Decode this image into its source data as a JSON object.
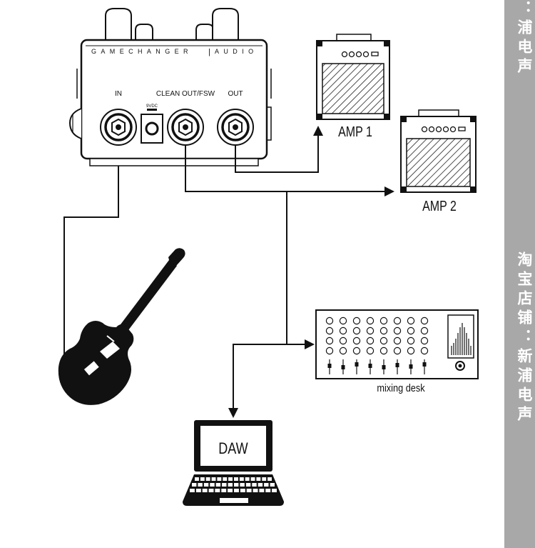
{
  "pedal": {
    "brand": "GAMECHANGER",
    "brand_sep": "|",
    "brand_sub": "AUDIO",
    "jack_in": "IN",
    "jack_power": "9VDC",
    "jack_clean": "CLEAN OUT/FSW",
    "jack_out": "OUT"
  },
  "devices": {
    "amp1": "AMP 1",
    "amp2": "AMP 2",
    "mixer": "mixing desk",
    "daw": "DAW"
  },
  "sidebar": {
    "top_text": "：浦电声",
    "mid_text": "淘宝店铺：新浦电声"
  },
  "colors": {
    "line": "#111111",
    "sidebar": "#a8a8a8",
    "sidebar_text": "#ffffff"
  }
}
